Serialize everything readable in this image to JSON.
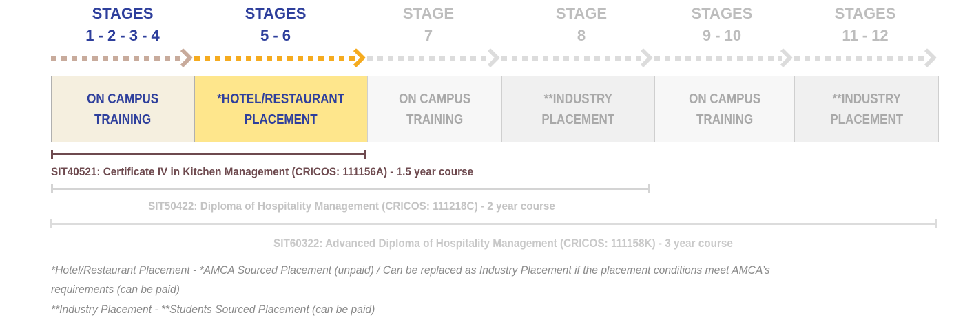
{
  "stages": [
    {
      "line1": "STAGES",
      "line2": "1 - 2 - 3 - 4",
      "box1": "ON CAMPUS",
      "box2": "TRAINING"
    },
    {
      "line1": "STAGES",
      "line2": "5 - 6",
      "box1": "*HOTEL/RESTAURANT",
      "box2": "PLACEMENT"
    },
    {
      "line1": "STAGE",
      "line2": "7",
      "box1": "ON CAMPUS",
      "box2": "TRAINING"
    },
    {
      "line1": "STAGE",
      "line2": "8",
      "box1": "**INDUSTRY",
      "box2": "PLACEMENT"
    },
    {
      "line1": "STAGES",
      "line2": "9 - 10",
      "box1": "ON CAMPUS",
      "box2": "TRAINING"
    },
    {
      "line1": "STAGES",
      "line2": "11 - 12",
      "box1": "**INDUSTRY",
      "box2": "PLACEMENT"
    }
  ],
  "colors": {
    "active_text": "#2e3f9c",
    "course1": "#6e4a4f",
    "inactive": "#bdbdbd",
    "arrow1": "#c8ab9c",
    "arrow2": "#f5ab1f",
    "arrow_inactive": "#dcdcdc",
    "box1": "#f5efdf",
    "box2": "#fee68c"
  },
  "courses": [
    "SIT40521: Certificate IV in Kitchen Management (CRICOS: 111156A) - 1.5 year course",
    "SIT50422: Diploma of Hospitality Management (CRICOS: 111218C) - 2 year course",
    "SIT60322: Advanced Diploma of Hospitality Management (CRICOS: 111158K) - 3 year course"
  ],
  "notes": [
    "*Hotel/Restaurant Placement - *AMCA Sourced Placement (unpaid) / Can be replaced as Industry Placement if the placement conditions meet AMCA’s",
    "requirements (can be paid)",
    "**Industry Placement - **Students Sourced Placement (can be paid)"
  ]
}
